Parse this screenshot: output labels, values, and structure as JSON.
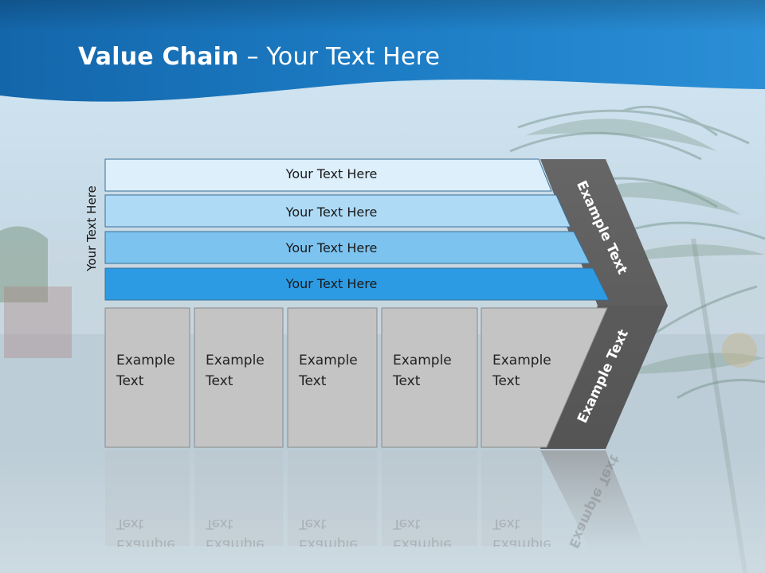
{
  "title": {
    "bold": "Value Chain",
    "rest": " – Your Text Here"
  },
  "vertical_label": "Your Text Here",
  "bands": [
    {
      "label": "Your Text Here",
      "color": "#DCEFFB"
    },
    {
      "label": "Your Text Here",
      "color": "#AEDAF6"
    },
    {
      "label": "Your Text Here",
      "color": "#7CC3F0"
    },
    {
      "label": "Your Text Here",
      "color": "#2C9BE4"
    }
  ],
  "boxes": [
    {
      "label": "Example\nText"
    },
    {
      "label": "Example\nText"
    },
    {
      "label": "Example\nText"
    },
    {
      "label": "Example\nText"
    },
    {
      "label": "Example\nText"
    }
  ],
  "chevron": {
    "top_label": "Example Text",
    "bottom_label": "Example Text",
    "color": "#5E5E5E"
  },
  "colors": {
    "header": "#1E7DC5",
    "box_fill": "#C4C4C4"
  }
}
